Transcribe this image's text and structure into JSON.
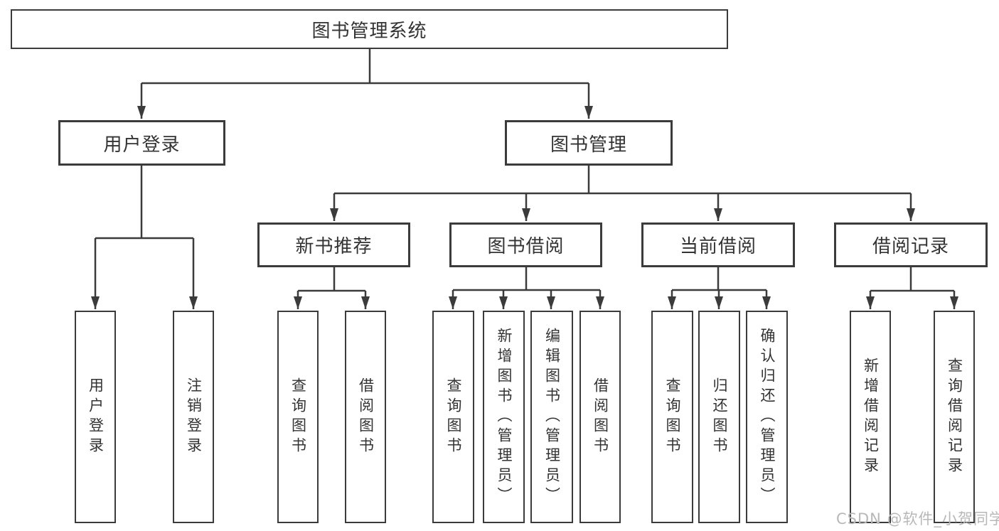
{
  "colors": {
    "line": "#3b3b3b",
    "text": "#333333",
    "box-bg": "#ffffff",
    "watermark-color": "#b8b8b8"
  },
  "watermark": "CSDN @软件_小贺同学",
  "tree": {
    "label": "图书管理系统",
    "children": [
      {
        "label": "用户登录",
        "children": [
          {
            "label": "用户登录"
          },
          {
            "label": "注销登录"
          }
        ]
      },
      {
        "label": "图书管理",
        "children": [
          {
            "label": "新书推荐",
            "children": [
              {
                "label": "查询图书"
              },
              {
                "label": "借阅图书"
              }
            ]
          },
          {
            "label": "图书借阅",
            "children": [
              {
                "label": "查询图书"
              },
              {
                "label": "新增图书（管理员）"
              },
              {
                "label": "编辑图书（管理员）"
              },
              {
                "label": "借阅图书"
              }
            ]
          },
          {
            "label": "当前借阅",
            "children": [
              {
                "label": "查询图书"
              },
              {
                "label": "归还图书"
              },
              {
                "label": "确认归还（管理员）"
              }
            ]
          },
          {
            "label": "借阅记录",
            "children": [
              {
                "label": "新增借阅记录"
              },
              {
                "label": "查询借阅记录"
              }
            ]
          }
        ]
      }
    ]
  }
}
